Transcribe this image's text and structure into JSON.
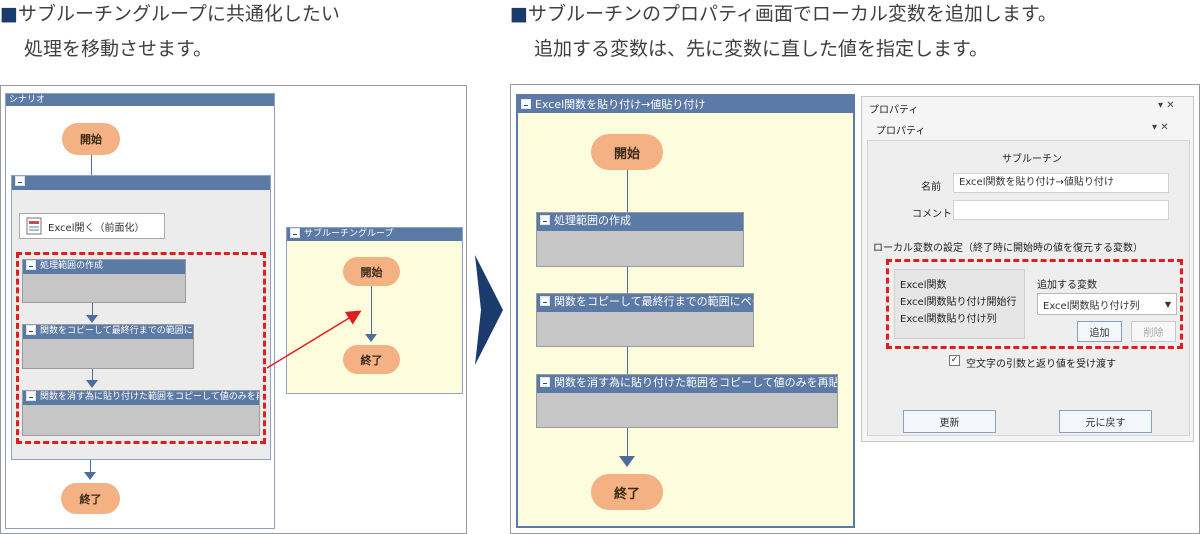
{
  "headings": {
    "left_line1": "サブルーチングループに共通化したい",
    "left_line2": "処理を移動させます。",
    "right_line1": "サブルーチンのプロパティ画面でローカル変数を追加します。",
    "right_line2": "追加する変数は、先に変数に直した値を指定します。",
    "bullet": "■"
  },
  "scenario": {
    "title": "シナリオ",
    "start": "開始",
    "end": "終了",
    "excel_open": "Excel開く（前面化）",
    "activities": [
      "処理範囲の作成",
      "関数をコピーして最終行までの範囲にペースト",
      "関数を消す為に貼り付けた範囲をコピーして値のみを再貼り付け"
    ]
  },
  "subroutine_group": {
    "title": "サブルーチングループ",
    "start": "開始",
    "end": "終了"
  },
  "subroutine_editor": {
    "title": "Excel関数を貼り付け→値貼り付け",
    "start": "開始",
    "end": "終了",
    "activities": [
      "処理範囲の作成",
      "関数をコピーして最終行までの範囲にペースト",
      "関数を消す為に貼り付けた範囲をコピーして値のみを再貼り付け"
    ]
  },
  "properties": {
    "outer_title": "プロパティ",
    "inner_title": "プロパティ",
    "pin_close": "▾ ✕",
    "section_title": "サブルーチン",
    "name_label": "名前",
    "name_value": "Excel関数を貼り付け→値貼り付け",
    "comment_label": "コメント",
    "comment_value": "",
    "local_vars_title": "ローカル変数の設定（終了時に開始時の値を復元する変数）",
    "local_vars": [
      "Excel関数",
      "Excel関数貼り付け開始行",
      "Excel関数貼り付け列"
    ],
    "add_var_label": "追加する変数",
    "add_var_selected": "Excel関数貼り付け列",
    "add_button": "追加",
    "delete_button": "削除",
    "checkbox_label": "空文字の引数と返り値を受け渡す",
    "checkbox_checked": true,
    "update_button": "更新",
    "revert_button": "元に戻す"
  },
  "colors": {
    "header_blue": "#5b7aa6",
    "oval": "#f4b183",
    "activity_gray": "#c6c6c6",
    "highlight_red": "#e01e1e",
    "subroutine_bg": "#fdfcdc",
    "arrow_navy": "#1c3b6d"
  }
}
